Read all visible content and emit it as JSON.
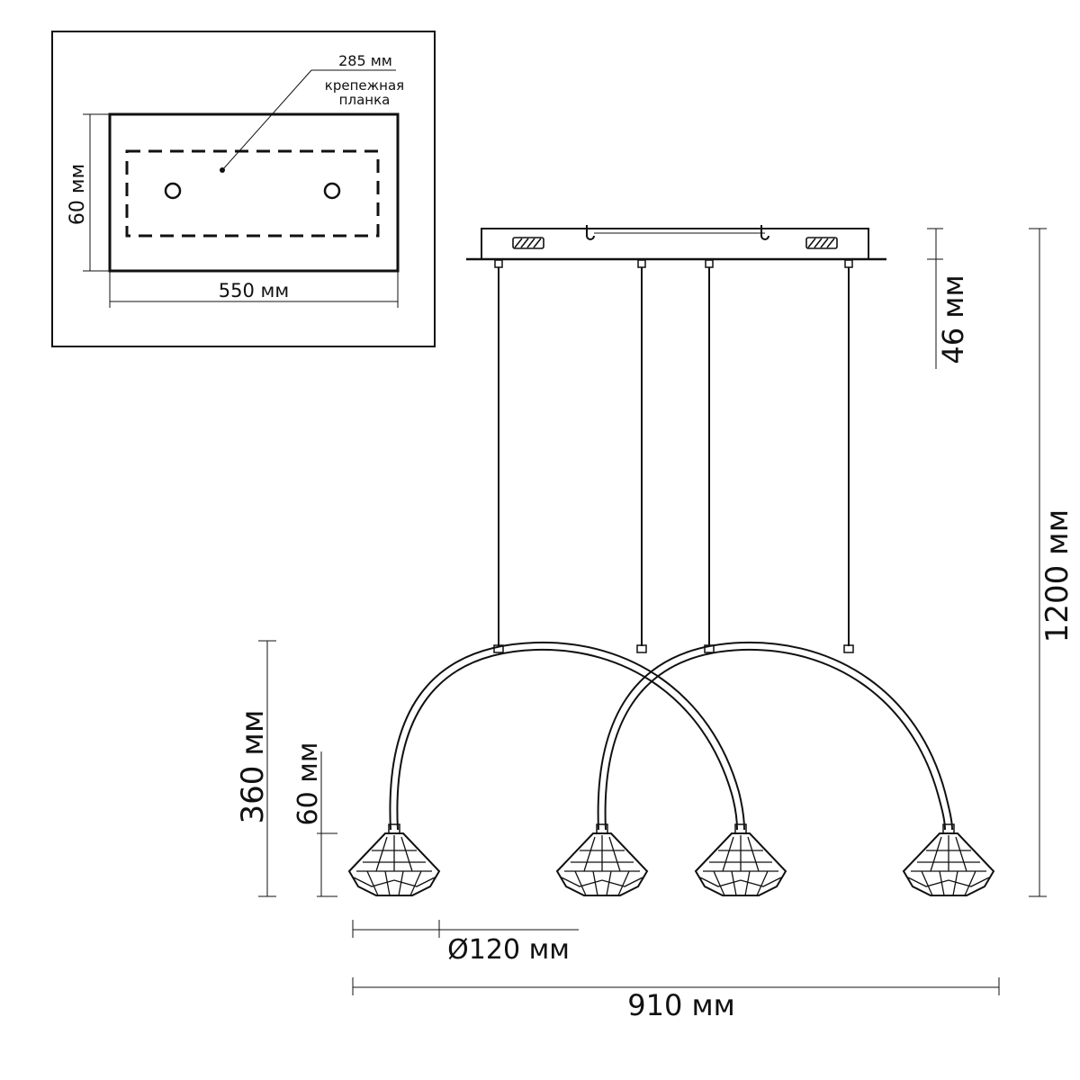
{
  "inset": {
    "top_label": "285 мм",
    "plate_label_line1": "крепежная",
    "plate_label_line2": "планка",
    "height_label": "60 мм",
    "width_label": "550 мм"
  },
  "main": {
    "canopy_height_label": "46 мм",
    "total_height_label": "1200 мм",
    "arc_height_label": "360 мм",
    "shade_height_label": "60 мм",
    "shade_diameter_label": "Ø120 мм",
    "total_width_label": "910 мм"
  }
}
